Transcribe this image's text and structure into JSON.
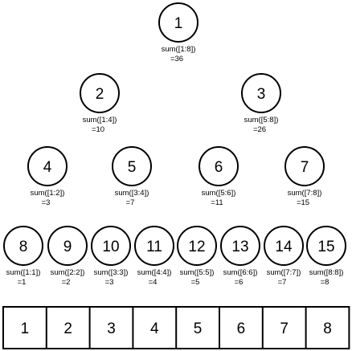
{
  "tree_nodes": [
    {
      "id": "1",
      "range": "sum([1:8])",
      "value": "=36"
    },
    {
      "id": "2",
      "range": "sum([1:4])",
      "value": "=10"
    },
    {
      "id": "3",
      "range": "sum([5:8])",
      "value": "=26"
    },
    {
      "id": "4",
      "range": "sum([1:2])",
      "value": "=3"
    },
    {
      "id": "5",
      "range": "sum([3:4])",
      "value": "=7"
    },
    {
      "id": "6",
      "range": "sum([5:6])",
      "value": "=11"
    },
    {
      "id": "7",
      "range": "sum([7:8])",
      "value": "=15"
    },
    {
      "id": "8",
      "range": "sum([1:1])",
      "value": "=1"
    },
    {
      "id": "9",
      "range": "sum([2:2])",
      "value": "=2"
    },
    {
      "id": "10",
      "range": "sum([3:3])",
      "value": "=3"
    },
    {
      "id": "11",
      "range": "sum([4:4])",
      "value": "=4"
    },
    {
      "id": "12",
      "range": "sum([5:5])",
      "value": "=5"
    },
    {
      "id": "13",
      "range": "sum([6:6])",
      "value": "=6"
    },
    {
      "id": "14",
      "range": "sum([7:7])",
      "value": "=7"
    },
    {
      "id": "15",
      "range": "sum([8:8])",
      "value": "=8"
    }
  ],
  "array_cells": [
    "1",
    "2",
    "3",
    "4",
    "5",
    "6",
    "7",
    "8"
  ]
}
